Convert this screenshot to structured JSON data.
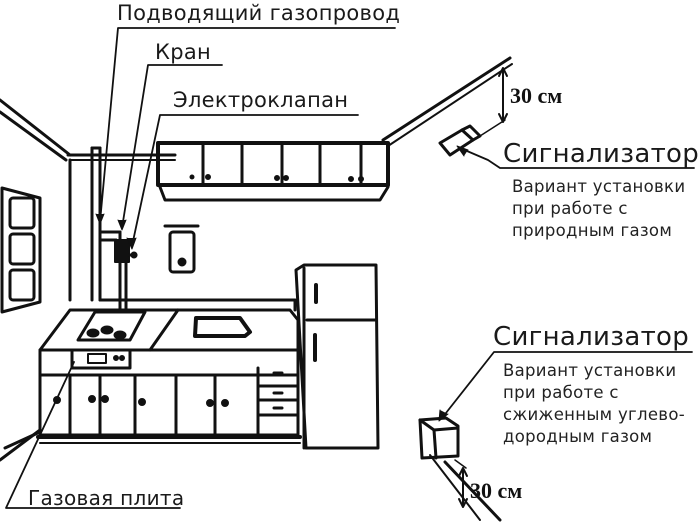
{
  "labels": {
    "gas_pipe": "Подводящий газопровод",
    "valve": "Кран",
    "solenoid_valve": "Электроклапан",
    "gas_stove": "Газовая плита"
  },
  "detector_top": {
    "title": "Сигнализатор",
    "description": [
      "Вариант установки",
      "при работе с",
      "природным газом"
    ],
    "distance": "30 см"
  },
  "detector_bottom": {
    "title": "Сигнализатор",
    "description": [
      "Вариант установки",
      "при работе с",
      "сжиженным углево-",
      "дородным газом"
    ],
    "distance": "30 см"
  },
  "colors": {
    "ink": "#111111",
    "background": "#ffffff"
  }
}
